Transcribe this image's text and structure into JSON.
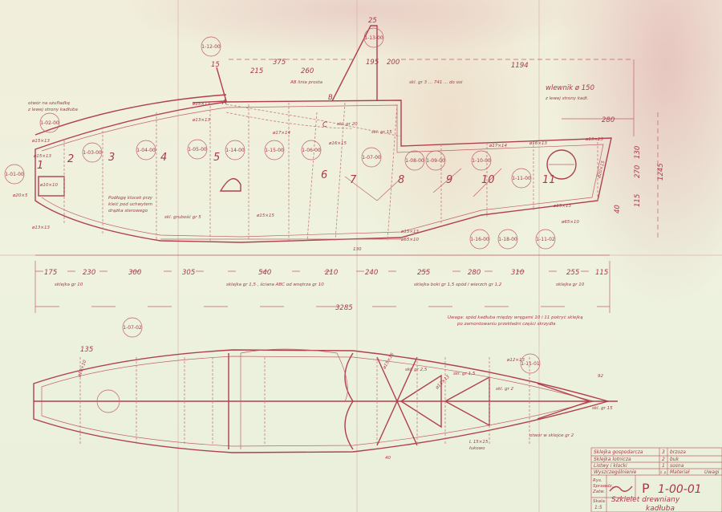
{
  "frame_numbers": [
    "1",
    "2",
    "3",
    "4",
    "5",
    "6",
    "7",
    "8",
    "9",
    "10",
    "11"
  ],
  "part_callouts": [
    "1-01-00",
    "1-02-00",
    "1-03-00",
    "1-04-00",
    "1-05-00",
    "1-14-00",
    "1-15-00",
    "1-06-00",
    "1-07-00",
    "1-08-00",
    "1-09-00",
    "1-10-00",
    "1-11-00",
    "1-16-00",
    "1-18-00",
    "1-11-02",
    "1-12-00",
    "1-13-00",
    "1-07-02",
    "1-11-01"
  ],
  "points": [
    "A",
    "B",
    "C"
  ],
  "top_dimensions": [
    "375",
    "215",
    "260",
    "195",
    "200",
    "1194",
    "25",
    "280",
    "15"
  ],
  "bottom_dimensions": [
    "175",
    "230",
    "300",
    "305",
    "540",
    "210",
    "240",
    "255",
    "280",
    "310",
    "255",
    "115"
  ],
  "overall_length": "3285",
  "height_dimensions": [
    "1245",
    "130",
    "270",
    "115",
    "40"
  ],
  "section_labels": [
    "ø15×13",
    "ø15×13",
    "ø13×13",
    "ø20×5",
    "ø10×10",
    "ø15×13",
    "ø13×13",
    "ø17×14",
    "ø16×15",
    "ø15×15",
    "ø17×14",
    "ø16×13",
    "ø13×13",
    "ø20×15",
    "ø15×13",
    "ø65×10",
    "ø65×10",
    "ø15×13",
    "ø15×15",
    "ø10×10",
    "ø13×13",
    "130"
  ],
  "notes": {
    "drawer_opening": [
      "otwór na szufladkę",
      "z lewej strony kadłuba"
    ],
    "ab_line": "AB linia prosta",
    "filler": [
      "wlewnik ø 150",
      "z lewej strony kadł."
    ],
    "floor_note": [
      "Podłogę klocek przy",
      "kleić pod uchwytem",
      "drążka sterowego"
    ],
    "plywood_5": "skl. grubość gr 5",
    "ply_20": "skl. gr 20",
    "ply_15": "skl. gr 15",
    "top_note": "skl. gr 3 ... 741 ... do osi",
    "plywood_front": "sklejka gr 10",
    "plywood_mid": "sklejka gr 1,5 , ściana ABC od wnętrza gr 10",
    "plywood_rear": "sklejka boki gr 1,5 spód i wierzch gr 1,2",
    "plywood_tail": "sklejka gr 10",
    "remark": [
      "Uwaga: spód kadłuba między wręgami 10 i 11 pokryć sklejką",
      "po zamontowaniu przekładni części skrzydła"
    ],
    "plan_dim": "135",
    "plan_notes": [
      "skl. gr 2,5",
      "skl. gr 1,5",
      "skl. gr 2",
      "ø12×13",
      "L 15×15",
      "łukowo",
      "otwór w sklejce gr 2",
      "skl. gr 15",
      "40",
      "92"
    ]
  },
  "title_block": {
    "materials": [
      {
        "item": "Sklejka gospodarcza",
        "no": "3",
        "material": "brzoza"
      },
      {
        "item": "Sklejka lotnicza",
        "no": "2",
        "material": "buk"
      },
      {
        "item": "Listwy i klocki",
        "no": "1",
        "material": "sosna"
      }
    ],
    "header": {
      "item": "Wyszczególnienie",
      "no": "il. p.",
      "material": "Materiał",
      "remarks": "Uwagi"
    },
    "signatures": [
      "Rys.",
      "Sprawdz.",
      "Zatw."
    ],
    "format": "P",
    "drawing_number": "1-00-01",
    "scale_label": "Skala",
    "scale": "1:5",
    "title": [
      "Szkielet drewniany",
      "kadłuba"
    ]
  },
  "colors": {
    "ink": "#b0404e",
    "paper": "#eef1dc"
  }
}
